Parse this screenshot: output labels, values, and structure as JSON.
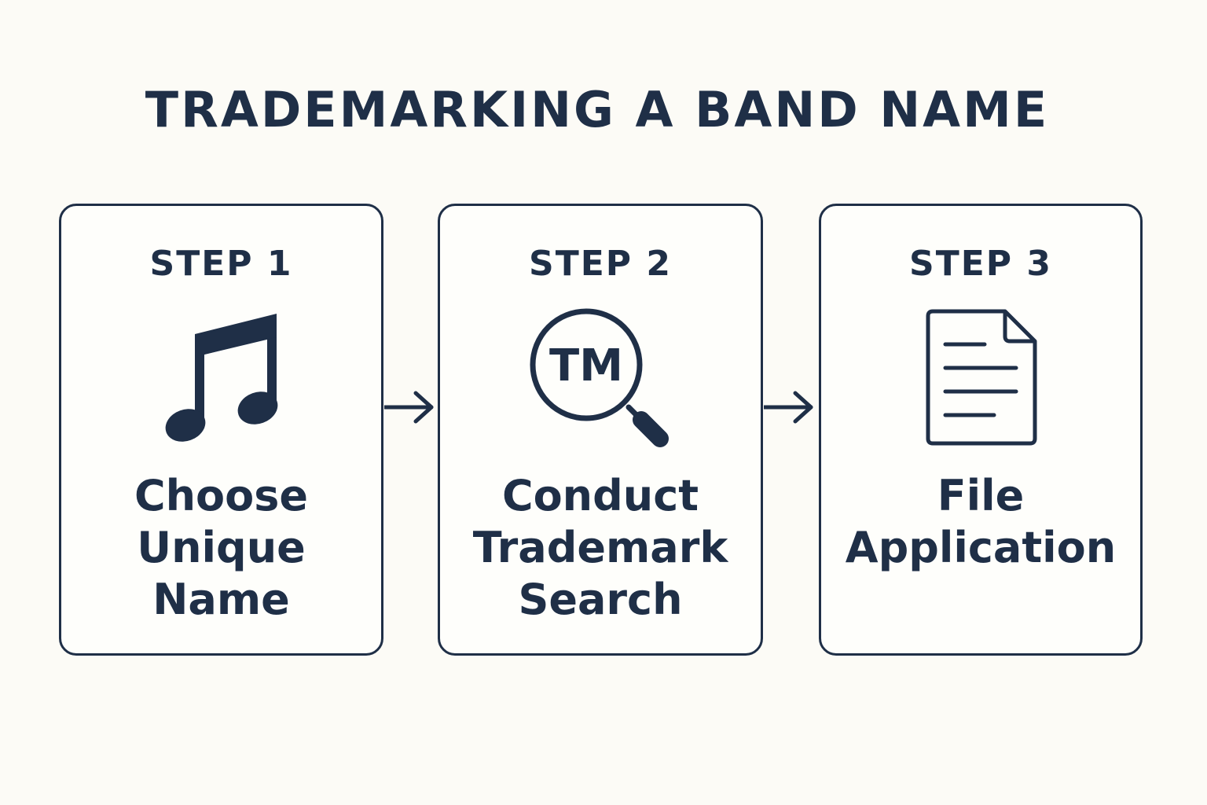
{
  "title": "TRADEMARKING A BAND NAME",
  "steps": [
    {
      "label": "STEP 1",
      "icon": "music-note-icon",
      "text_lines": [
        "Choose",
        "Unique",
        "Name"
      ]
    },
    {
      "label": "STEP 2",
      "icon": "trademark-search-icon",
      "icon_text": "TM",
      "text_lines": [
        "Conduct",
        "Trademark",
        "Search"
      ]
    },
    {
      "label": "STEP 3",
      "icon": "document-icon",
      "text_lines": [
        "File",
        "Application"
      ]
    }
  ],
  "colors": {
    "ink": "#1f2f47",
    "background": "#fcfbf6"
  }
}
